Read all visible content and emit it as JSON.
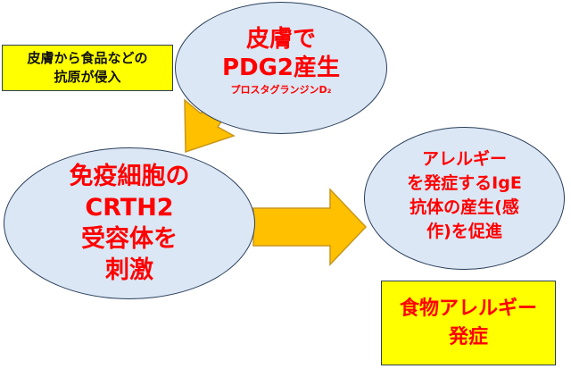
{
  "colors": {
    "ellipse_fill": "#dbe7f4",
    "ellipse_border": "#2b3f5c",
    "arrow_fill": "#ffc000",
    "arrow_border": "#c8961a",
    "box_fill": "#ffff00",
    "red_text": "#ff0000"
  },
  "nodes": {
    "skin_pdg2": {
      "line1": "皮膚で",
      "line2": "PDG2産生",
      "line3": "プロスタグランジンD₂"
    },
    "immune_cells": {
      "line1": "免疫細胞の",
      "line2": "CRTH2",
      "line3": "受容体を",
      "line4": "刺激"
    },
    "allergy_promotion": {
      "line1": "アレルギー",
      "line2": "を発症するIgE",
      "line3": "抗体の産生(感",
      "line4": "作)を促進"
    }
  },
  "boxes": {
    "antigen_entry": {
      "line1": "皮膚から食品などの",
      "line2": "抗原が侵入"
    },
    "food_allergy": {
      "line1": "食物アレルギー",
      "line2": "発症"
    }
  }
}
